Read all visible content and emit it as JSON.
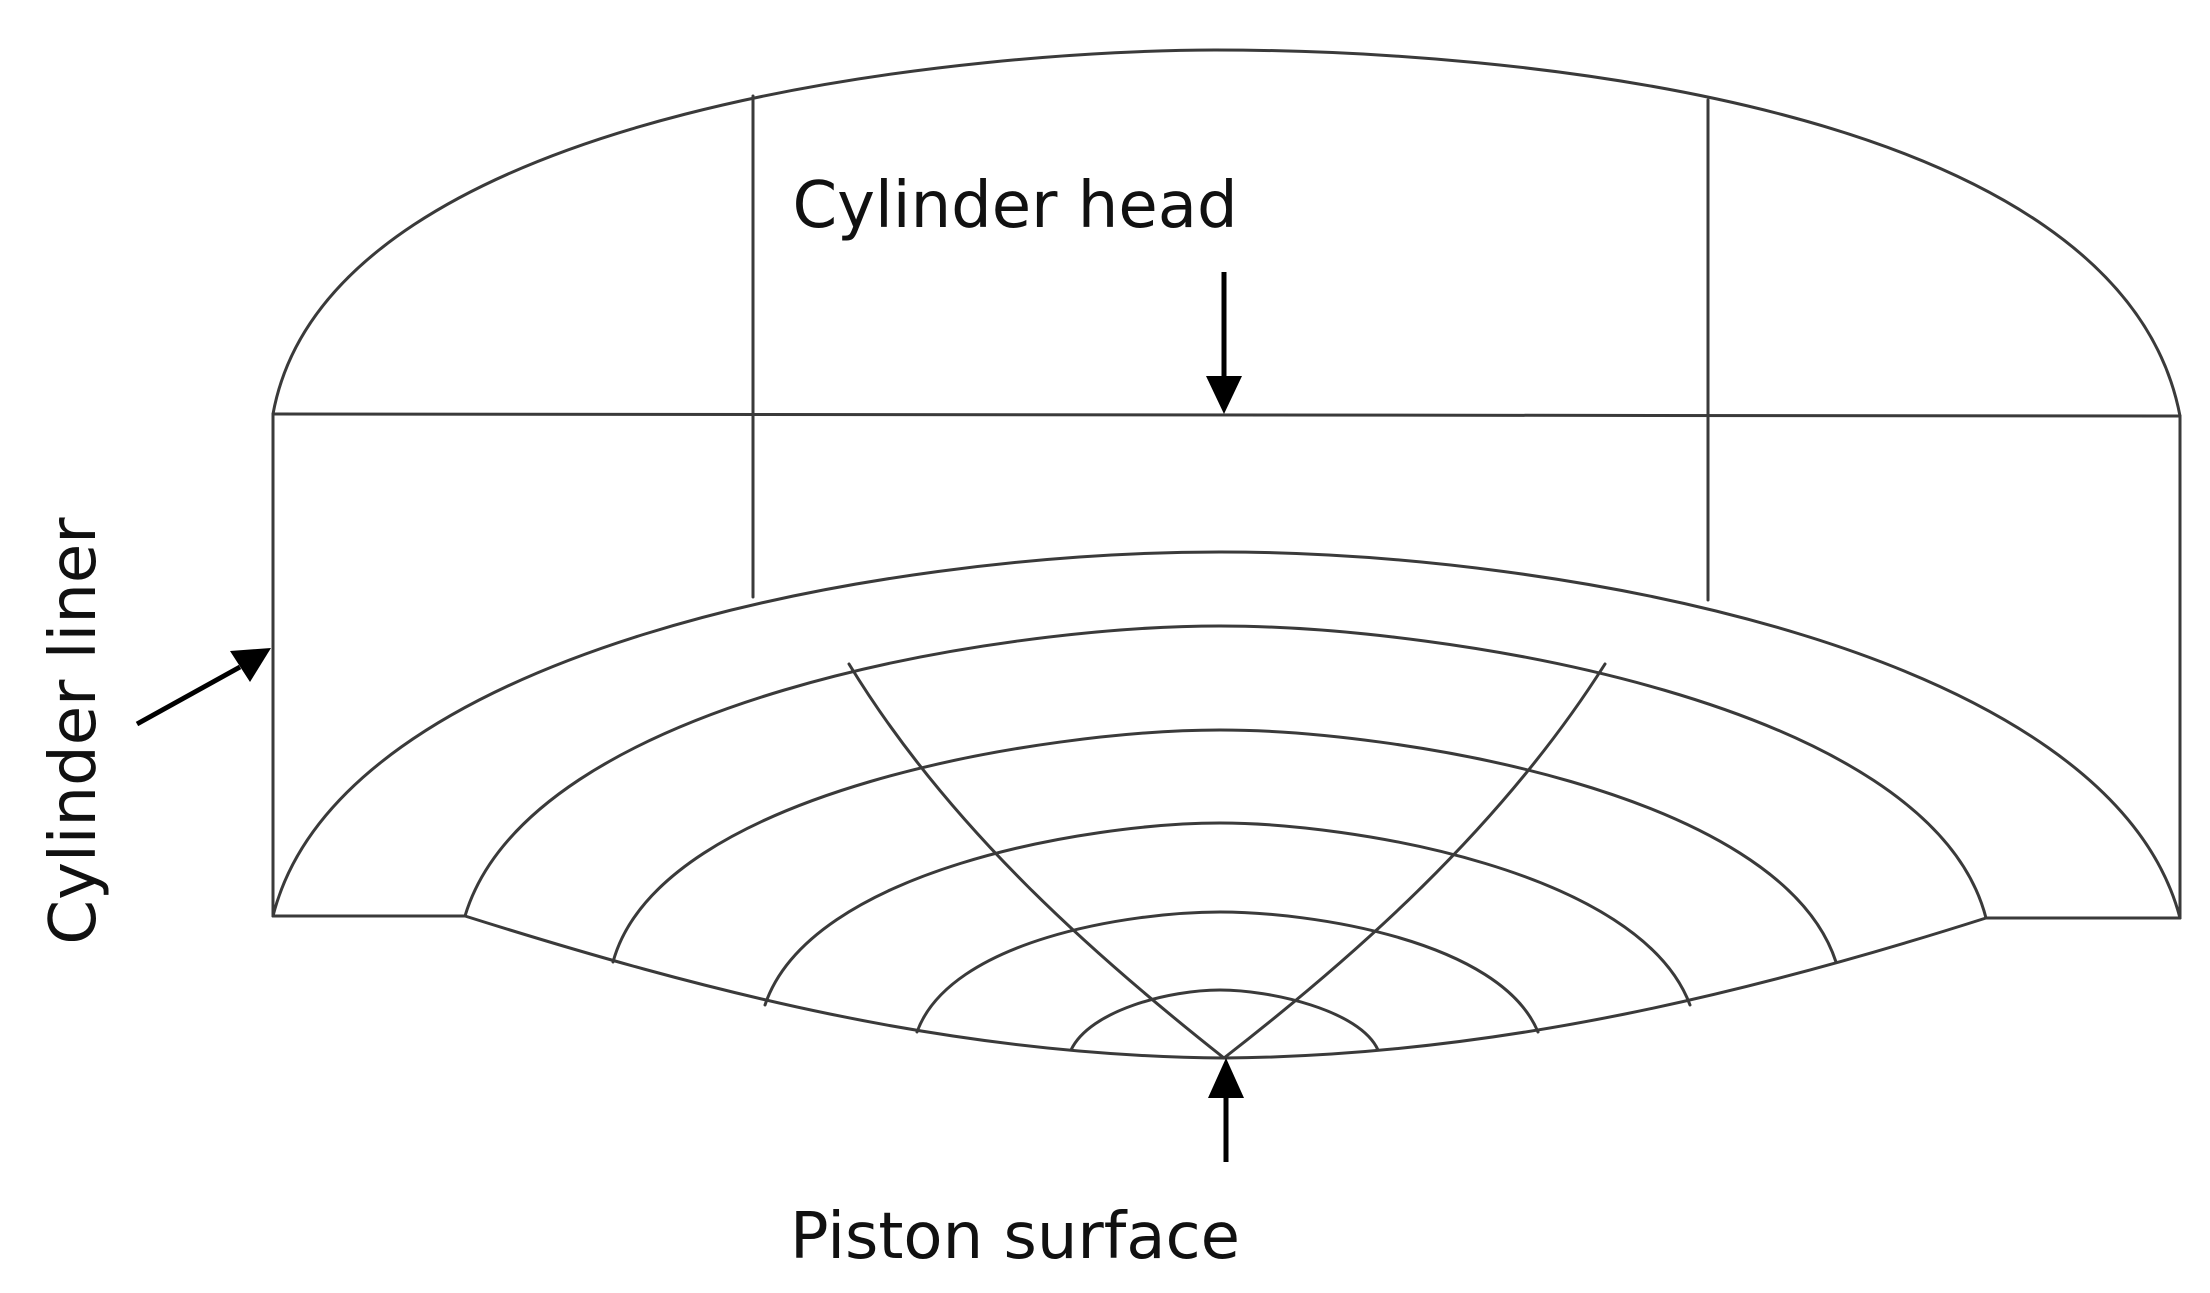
{
  "labels": {
    "cylinder_head": "Cylinder head",
    "cylinder_liner": "Cylinder liner",
    "piston_surface": "Piston surface"
  },
  "colors": {
    "mesh_line": "#3a3a3a",
    "arrow": "#000000",
    "text": "#111111",
    "background": "#ffffff"
  }
}
